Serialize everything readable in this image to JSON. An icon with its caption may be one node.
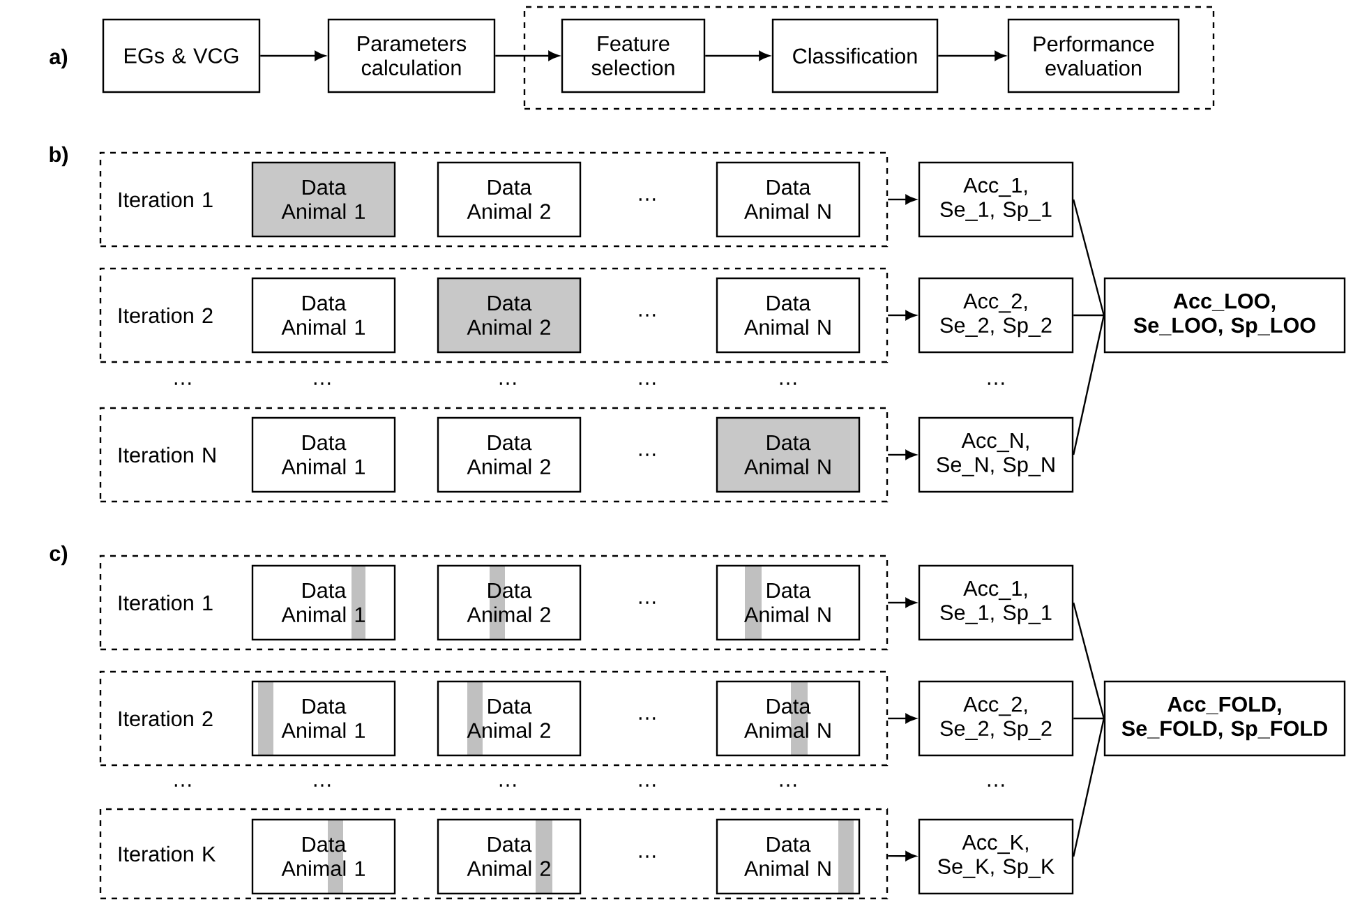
{
  "diagram": {
    "nodes": [
      {
        "text": [
          "EGs & VCG"
        ]
      },
      {
        "text": [
          "Parameters calculation"
        ]
      },
      {
        "text": [],
        "shape": "box"
      },
      {
        "text": [
          "Feature selection"
        ],
        "in": 2
      },
      {
        "text": [
          "Classification"
        ],
        "in": 2
      },
      {
        "text": [
          "Performance evaluation"
        ],
        "in": 2
      },
      {
        "text": [
          "Iteration 1"
        ]
      },
      {
        "text": [
          "Data Animal 1"
        ],
        "in": 6
      },
      {
        "text": [
          "Data Animal 2"
        ],
        "in": 6
      },
      {
        "text": [
          "Data Animal N"
        ],
        "in": 6
      },
      {
        "text": [
          "Acc_1, Se_1, Sp_1"
        ]
      },
      {
        "text": [
          "Iteration 2"
        ]
      },
      {
        "text": [
          "Data Animal 1"
        ],
        "in": 11
      },
      {
        "text": [
          "Data Animal 2"
        ],
        "in": 11
      },
      {
        "text": [
          "Data Animal N"
        ],
        "in": 11
      },
      {
        "text": [
          "Acc_2, Se_2, Sp_2"
        ]
      },
      {
        "text": [
          "Acc_LOO, Se_LOO, Sp_LOO"
        ]
      },
      {
        "text": [
          "Iteration N"
        ]
      },
      {
        "text": [
          "Data Animal 1"
        ],
        "in": 17
      },
      {
        "text": [
          "Data Animal 2"
        ],
        "in": 17
      },
      {
        "text": [
          "Data Animal N"
        ],
        "in": 17
      },
      {
        "text": [
          "Acc_N, Se_N, Sp_N"
        ]
      },
      {
        "text": [
          "Iteration 1"
        ]
      },
      {
        "text": [
          "Data Animal 1"
        ],
        "in": 22
      },
      {
        "text": [
          "Data Animal 2"
        ],
        "in": 22
      },
      {
        "text": [
          "Data Animal N"
        ],
        "in": 22
      },
      {
        "text": [
          "Acc_1, Se_1, Sp_1"
        ]
      },
      {
        "text": [
          "Iteration 2"
        ]
      },
      {
        "text": [
          "Data Animal 1"
        ],
        "in": 27
      },
      {
        "text": [
          "Data Animal 2"
        ],
        "in": 27
      },
      {
        "text": [
          "Data Animal N"
        ],
        "in": 27
      },
      {
        "text": [
          "Acc_2, Se_2, Sp_2"
        ]
      },
      {
        "text": [
          "Acc_FOLD, Se_FOLD, Sp_FOLD"
        ]
      },
      {
        "text": [
          "Iteration K"
        ]
      },
      {
        "text": [
          "Data Animal 1"
        ],
        "in": 33
      },
      {
        "text": [
          "Data Animal 2"
        ],
        "in": 33
      },
      {
        "text": [
          "Data Animal N"
        ],
        "in": 33
      },
      {
        "text": [
          "Acc_K, Se_K, Sp_K"
        ]
      }
    ],
    "edges": [
      {
        "from": 0,
        "to": 1,
        "arrow": "to"
      },
      {
        "from": 1,
        "to": 3,
        "arrow": "to"
      },
      {
        "from": 3,
        "to": 4,
        "arrow": "to"
      },
      {
        "from": 4,
        "to": 5,
        "arrow": "to"
      },
      {
        "from": 6,
        "to": 10,
        "arrow": "to"
      },
      {
        "from": 11,
        "to": 15,
        "arrow": "to"
      },
      {
        "from": 17,
        "to": 21,
        "arrow": "to"
      },
      {
        "from": 10,
        "to": 16,
        "arrow": "none"
      },
      {
        "from": 15,
        "to": 16,
        "arrow": "none"
      },
      {
        "from": 21,
        "to": 16,
        "arrow": "none"
      },
      {
        "from": 22,
        "to": 26,
        "arrow": "to"
      },
      {
        "from": 27,
        "to": 31,
        "arrow": "to"
      },
      {
        "from": 33,
        "to": 37,
        "arrow": "to"
      },
      {
        "from": 26,
        "to": 32,
        "arrow": "none"
      },
      {
        "from": 31,
        "to": 32,
        "arrow": "none"
      },
      {
        "from": 37,
        "to": 32,
        "arrow": "none"
      }
    ],
    "labels": [
      "a)",
      "b)",
      "…",
      "…",
      "…",
      "…",
      "…",
      "…",
      "…",
      "…",
      "…",
      "c)",
      "…",
      "…",
      "…",
      "…",
      "…",
      "…",
      "…",
      "…",
      "…"
    ]
  }
}
